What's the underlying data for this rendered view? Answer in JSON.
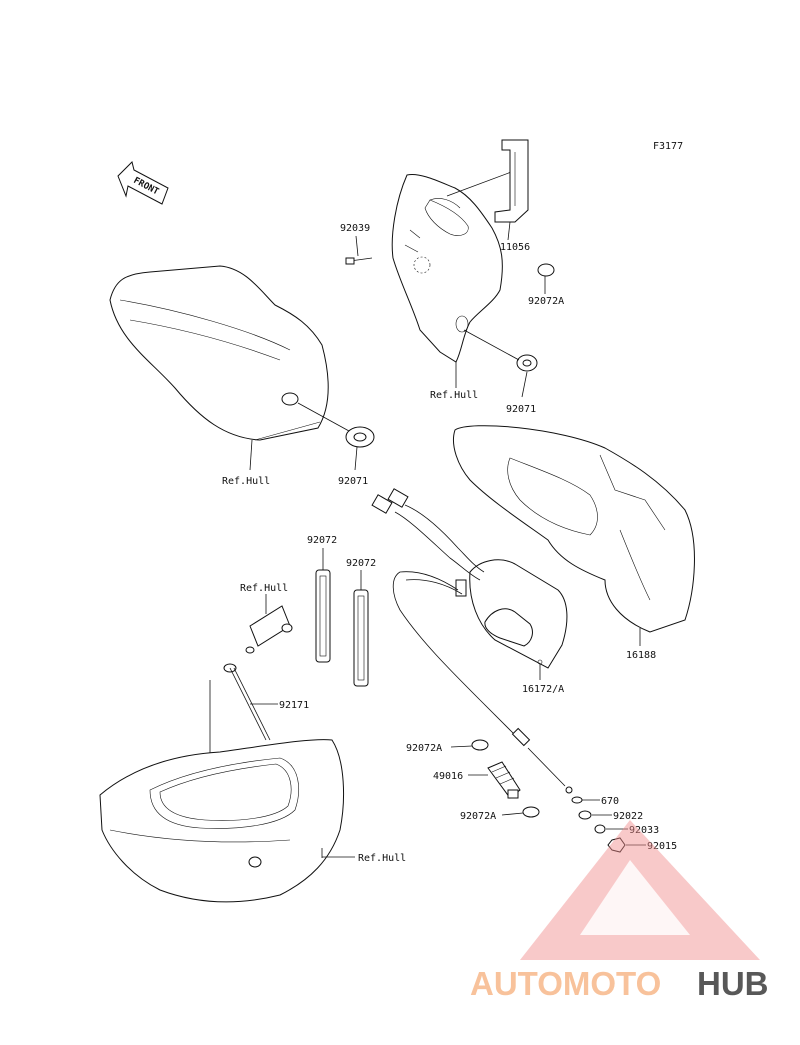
{
  "figure_code": "F3177",
  "front_label": "FRONT",
  "callouts": {
    "p92039": "92039",
    "p11056": "11056",
    "p92072A_top": "92072A",
    "refhull_top": "Ref.Hull",
    "p92071_right": "92071",
    "refhull_left": "Ref.Hull",
    "p92071_left": "92071",
    "p92072_a": "92072",
    "p92072_b": "92072",
    "refhull_small": "Ref.Hull",
    "p16188": "16188",
    "p16172A": "16172/A",
    "p92171": "92171",
    "p92072A_mid": "92072A",
    "p49016": "49016",
    "p92072A_low": "92072A",
    "p670": "670",
    "p92022": "92022",
    "p92033": "92033",
    "p92015": "92015",
    "refhull_bottom": "Ref.Hull"
  },
  "watermark": {
    "left_text": "AUTOMOTO",
    "right_text": "HUB",
    "left_color": "#f7b88a",
    "right_color": "#3c3c3c",
    "triangle_color": "#f08a8a"
  }
}
